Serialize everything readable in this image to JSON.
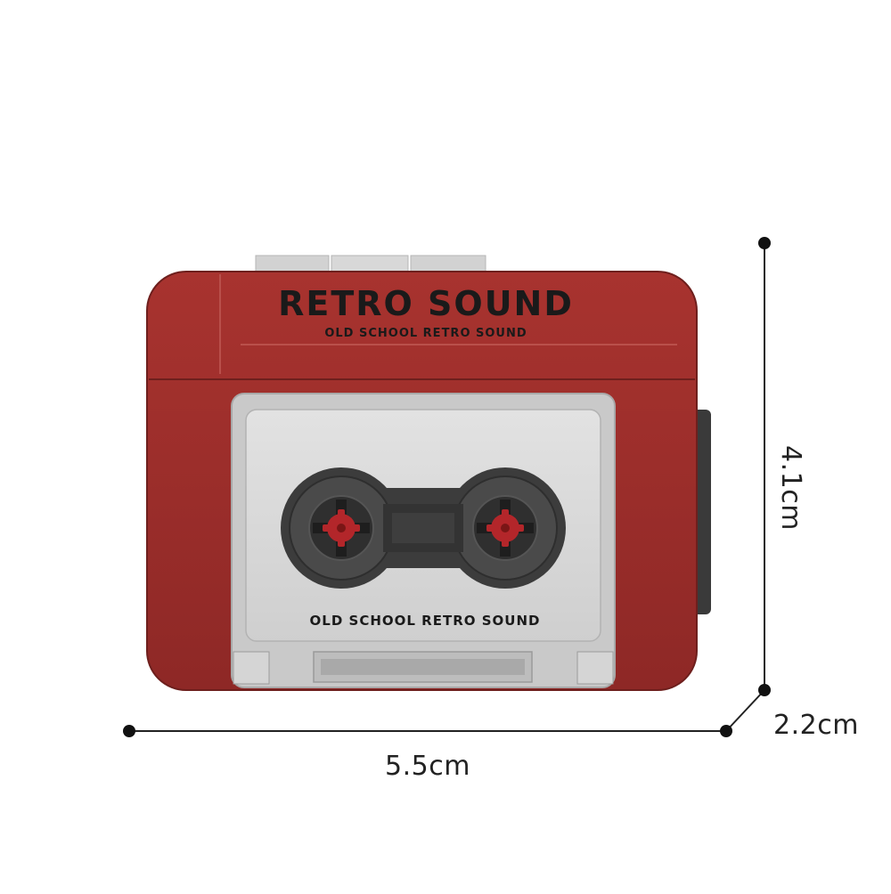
{
  "product": {
    "brand_title": "RETRO SOUND",
    "brand_subtitle": "OLD SCHOOL RETRO SOUND",
    "cassette_label": "OLD SCHOOL RETRO SOUND"
  },
  "dimensions": {
    "width_label": "5.5cm",
    "height_label": "4.1cm",
    "depth_label": "2.2cm"
  },
  "colors": {
    "body_red": "#9c2e2b",
    "body_red_dark": "#7f2321",
    "panel_grey": "#d6d6d6",
    "reel_dark": "#3c3c3c",
    "reel_red": "#b3262a",
    "text_black": "#1a1a1a"
  }
}
